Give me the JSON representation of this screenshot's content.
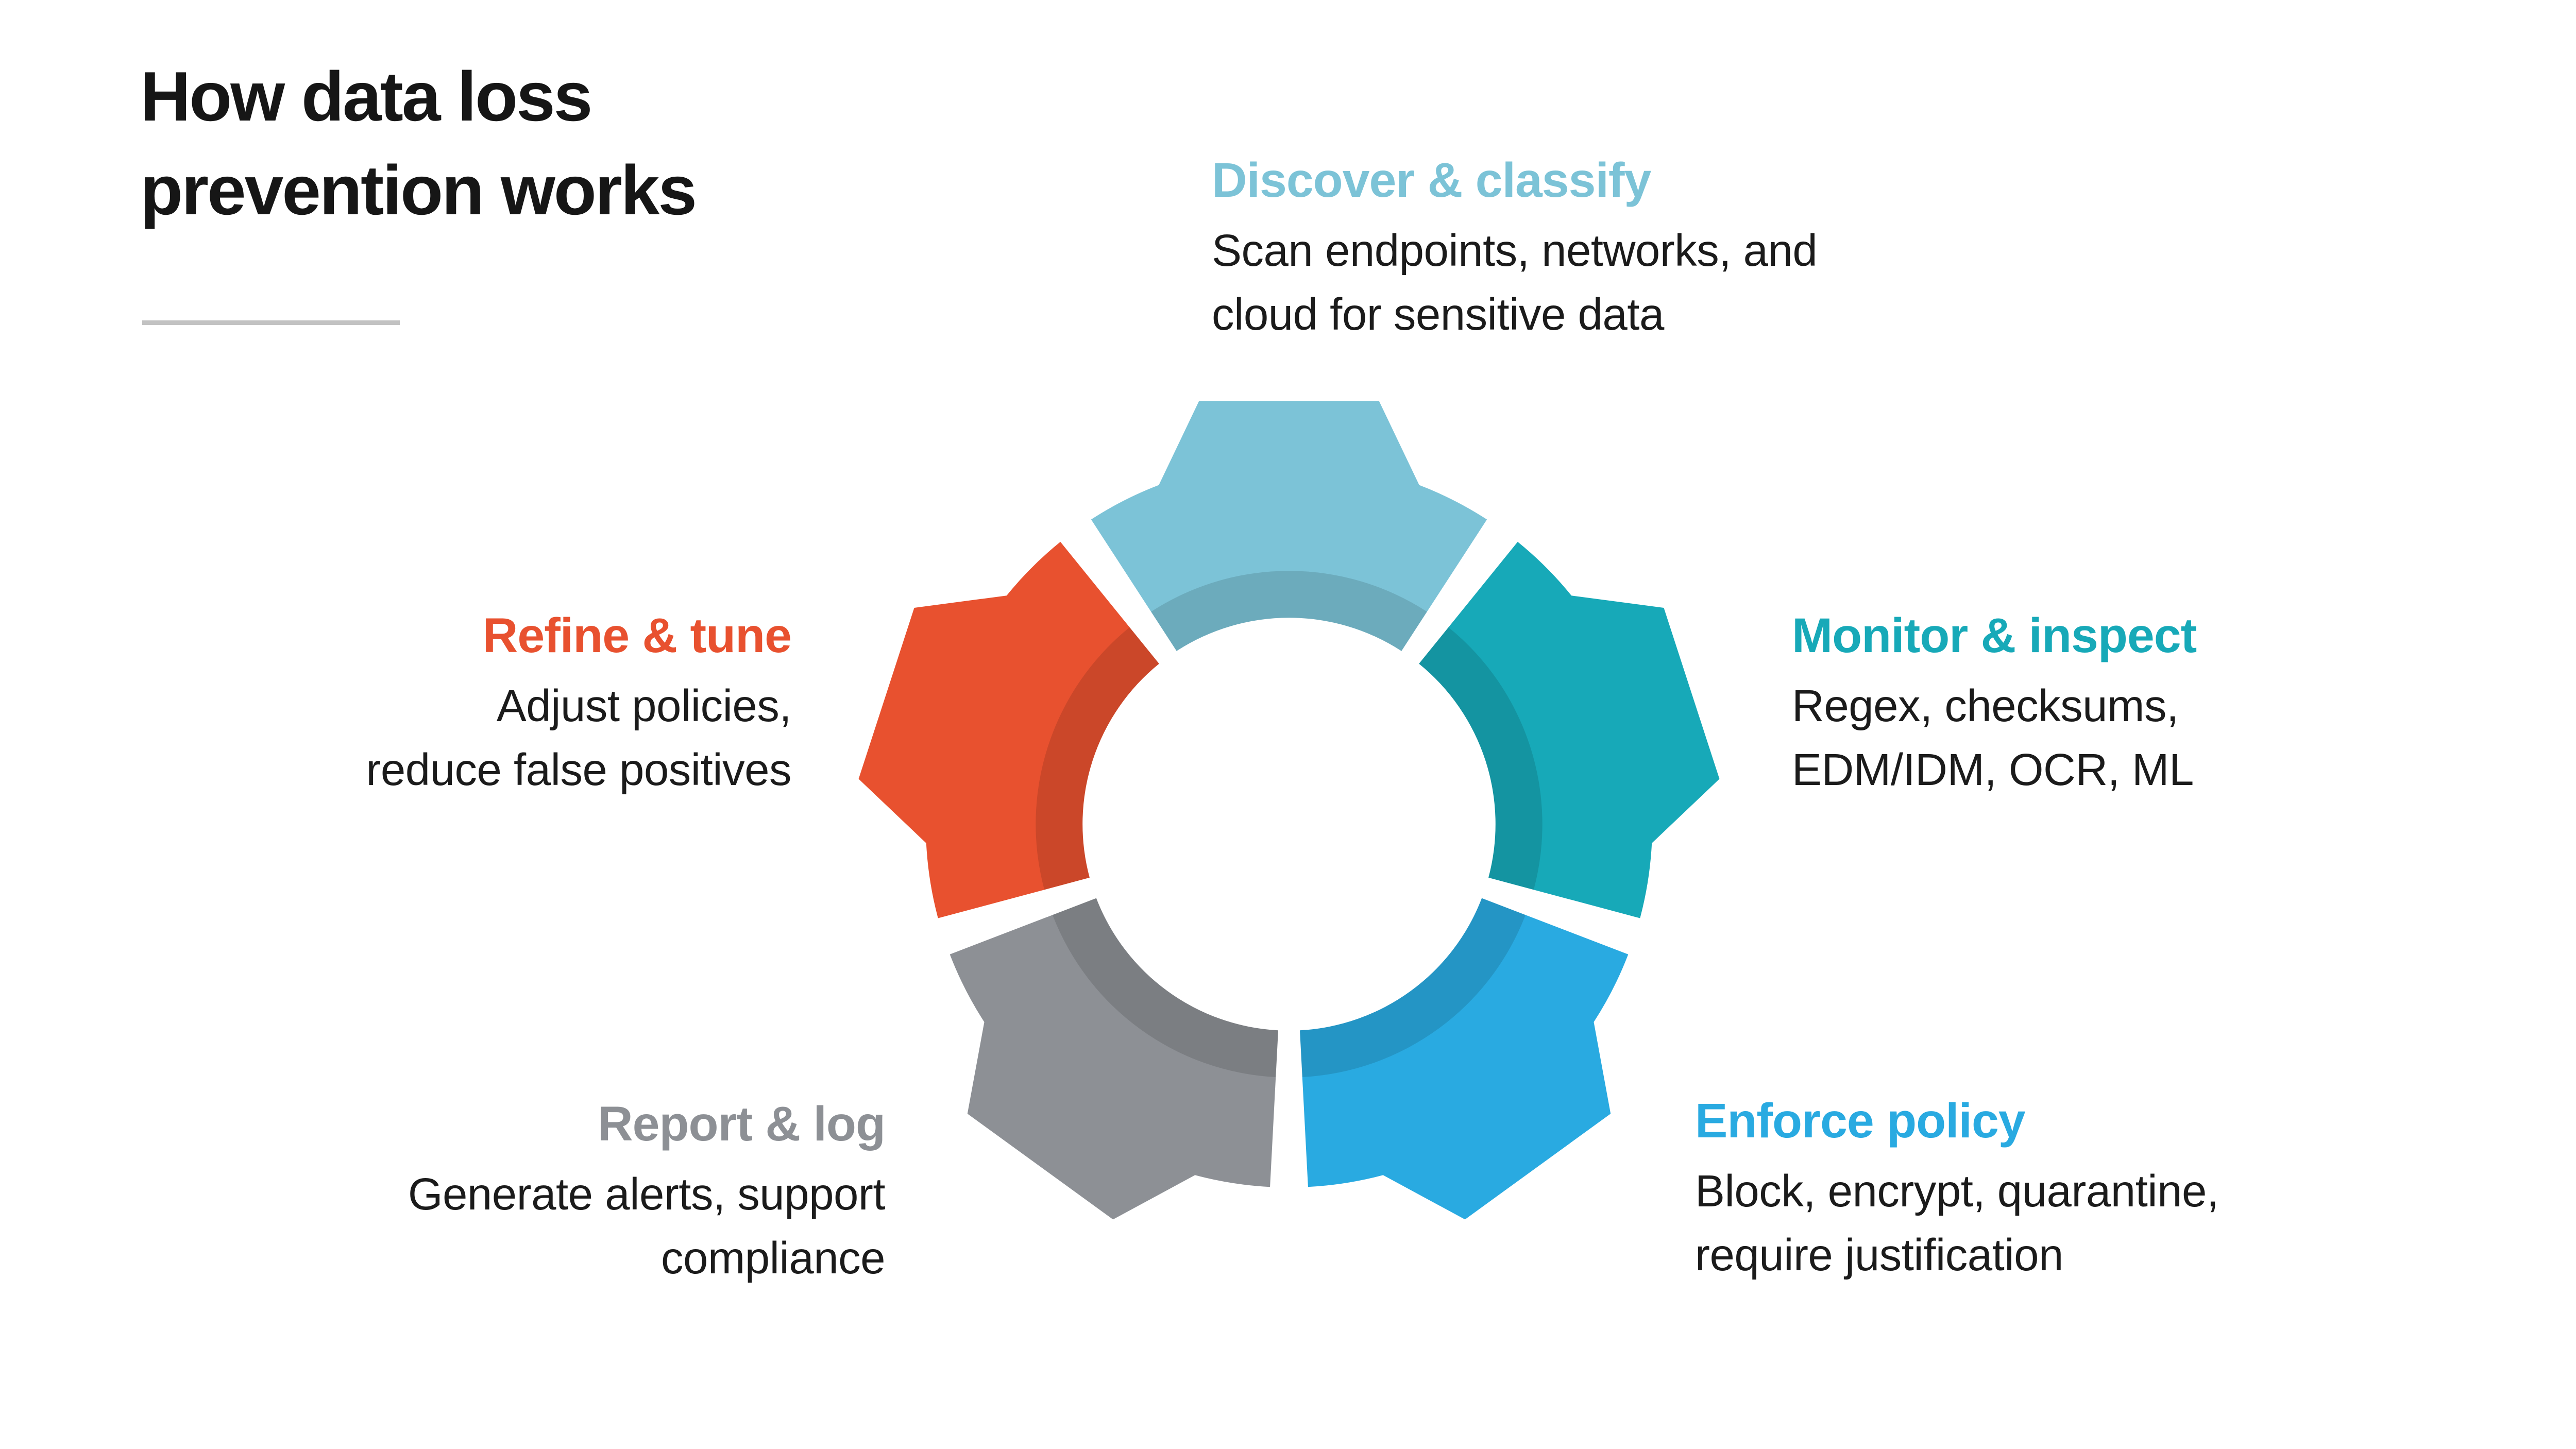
{
  "title": {
    "lines": [
      "How data loss",
      "prevention works"
    ],
    "color": "#161616"
  },
  "steps": [
    {
      "id": "discover",
      "label": "Discover & classify",
      "desc_lines": [
        "Scan endpoints, networks, and",
        "cloud for sensitive data"
      ],
      "color": "#7cc3d7",
      "angle": -90
    },
    {
      "id": "monitor",
      "label": "Monitor & inspect",
      "desc_lines": [
        "Regex, checksums,",
        "EDM/IDM, OCR, ML"
      ],
      "color": "#17a9b8",
      "angle": -18
    },
    {
      "id": "enforce",
      "label": "Enforce policy",
      "desc_lines": [
        "Block, encrypt, quarantine,",
        "require justification"
      ],
      "color": "#29aae1",
      "angle": 54
    },
    {
      "id": "report",
      "label": "Report & log",
      "desc_lines": [
        "Generate alerts, support",
        "compliance"
      ],
      "color": "#8d9095",
      "angle": 126
    },
    {
      "id": "refine",
      "label": "Refine & tune",
      "desc_lines": [
        "Adjust policies,",
        "reduce false positives"
      ],
      "color": "#e8512f",
      "angle": 198
    }
  ],
  "diagram": {
    "type": "cycle-gear",
    "segment_count": 5,
    "shade_opacity": "0.12"
  }
}
